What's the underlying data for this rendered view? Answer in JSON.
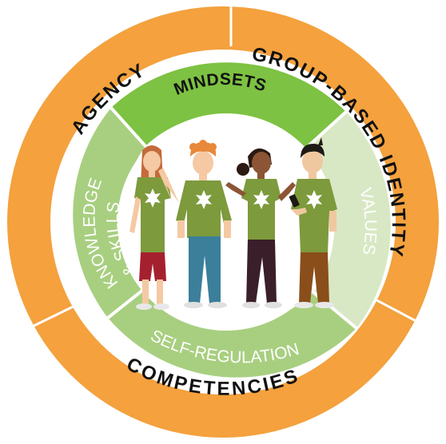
{
  "outer_ring": {
    "segments": [
      {
        "id": "agency",
        "label": "AGENCY"
      },
      {
        "id": "group-based-identity",
        "label": "GROUP-BASED IDENTITY"
      },
      {
        "id": "competencies",
        "label": "COMPETENCIES"
      }
    ]
  },
  "inner_ring": {
    "segments": [
      {
        "id": "mindsets",
        "label": "MINDSETS"
      },
      {
        "id": "values",
        "label": "VALUES"
      },
      {
        "id": "self-regulation",
        "label": "SELF-REGULATION"
      },
      {
        "id": "knowledge-skills",
        "label_line1": "KNOWLEDGE",
        "label_line2": "& SKILLS"
      }
    ]
  },
  "colors": {
    "outer_ring": "#f4a13e",
    "ring_divider": "#ffffff",
    "mindsets": "#7dc242",
    "values": "#d8e8c4",
    "self_regulation": "#a8cf80",
    "knowledge_skills": "#a8cf80",
    "center": "#ffffff",
    "shirt": "#7d9a3c",
    "shirt_star": "#ffffff"
  },
  "figures": [
    {
      "id": "figure-girl-red-shorts",
      "hair": "#c46a3a",
      "skin": "#f4c9a3",
      "bottom": "#a5202f",
      "shoes": "#e8e8e8"
    },
    {
      "id": "figure-boy-curly-hair",
      "hair": "#e8883a",
      "skin": "#f4c9a3",
      "bottom": "#3b7f9a",
      "shoes": "#e0e0e0"
    },
    {
      "id": "figure-girl-dark-pants",
      "hair": "#2b1a12",
      "skin": "#8c5535",
      "bottom": "#3a1f2a",
      "shoes": "#e0e0e0"
    },
    {
      "id": "figure-boy-with-phone",
      "hair": "#1e1a16",
      "skin": "#f0c8a0",
      "bottom": "#8a4e1a",
      "shoes": "#e8e8e8"
    }
  ]
}
